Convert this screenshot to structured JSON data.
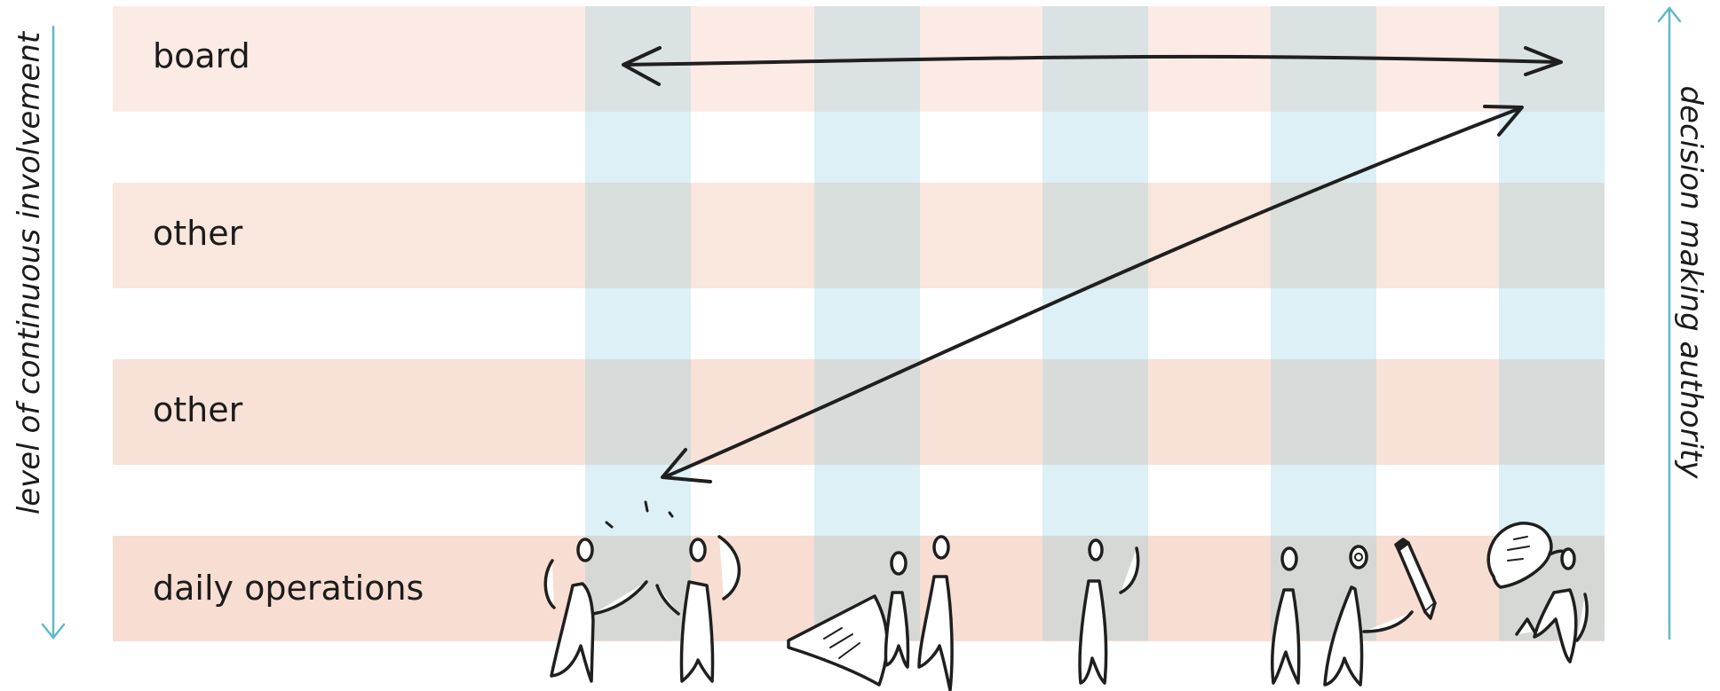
{
  "diagram": {
    "rows": [
      {
        "label": "board",
        "color": "#fcebe5"
      },
      {
        "label": "other",
        "color": "#f9e6dc"
      },
      {
        "label": "other",
        "color": "#f8e2d8"
      },
      {
        "label": "daily operations",
        "color": "#f7ddd2"
      }
    ],
    "column_color": "#8ccdde",
    "axis_left": {
      "label": "level of continuous involvement",
      "arrow": "down",
      "color": "#5fb8c9"
    },
    "axis_right": {
      "label": "decision making authority",
      "arrow": "up",
      "color": "#5fb8c9"
    },
    "people_groups": [
      "pair-conversation",
      "pair-with-document",
      "single-person",
      "pair-with-pencil",
      "person-with-thought"
    ]
  }
}
